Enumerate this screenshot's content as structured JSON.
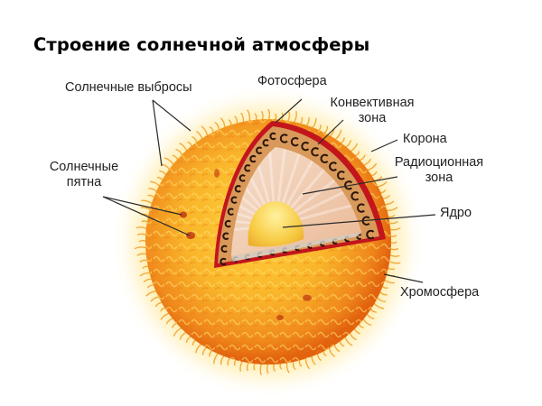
{
  "title": "Строение солнечной атмосферы",
  "colors": {
    "surface_outer": "#e86a10",
    "surface_mid": "#f5a020",
    "surface_inner": "#ffd040",
    "glow": "#fff1b8",
    "photosphere_rim": "#c0141a",
    "convective_zone": "#d99a5a",
    "radiative_zone": "#f2cdb3",
    "core": "#f7c23a",
    "sunspot": "#b83010",
    "leader_line": "#2a2a2a"
  },
  "labels": {
    "flares": "Солнечные выбросы",
    "sunspots_line1": "Солнечные",
    "sunspots_line2": "пятна",
    "photosphere": "Фотосфера",
    "convective_line1": "Конвективная",
    "convective_line2": "зона",
    "corona": "Корона",
    "radiative_line1": "Радиоционная",
    "radiative_line2": "зона",
    "core": "Ядро",
    "chromosphere": "Хромосфера"
  }
}
